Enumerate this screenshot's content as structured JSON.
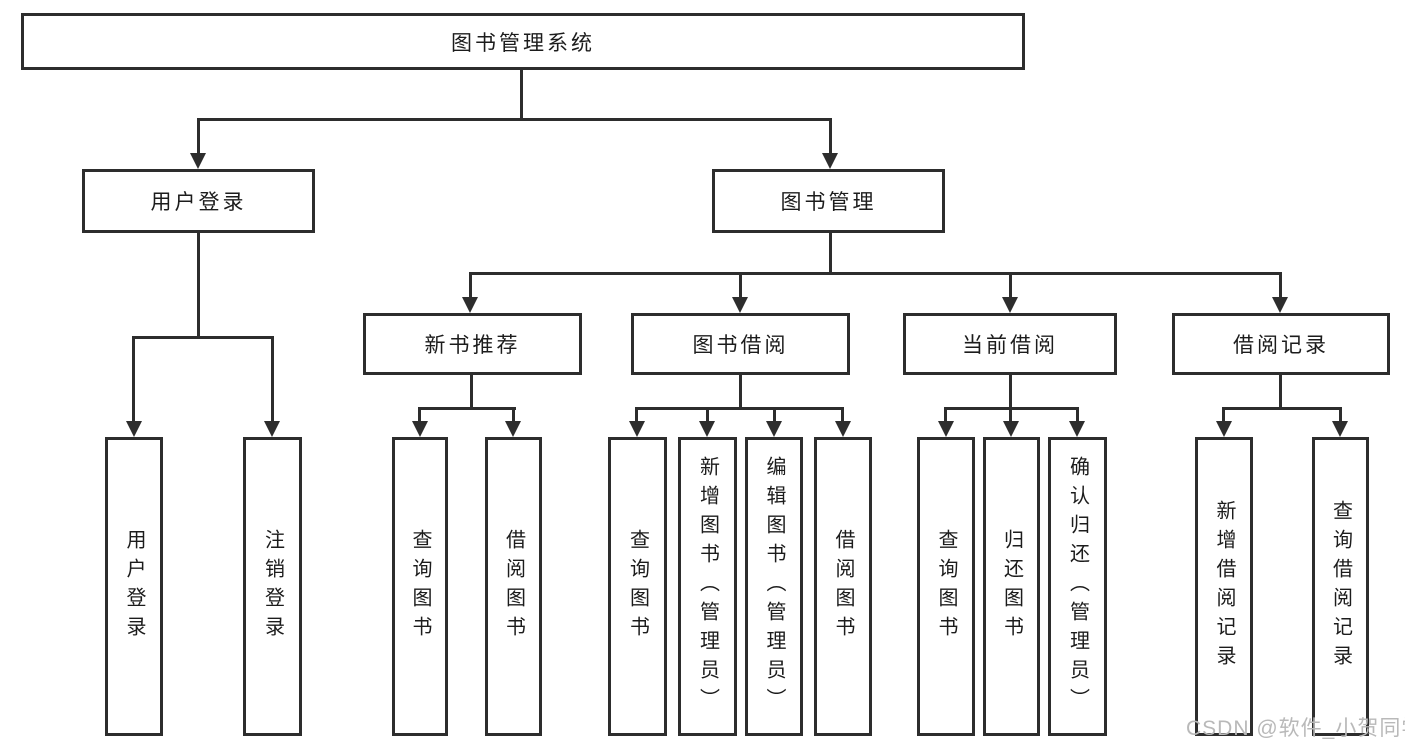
{
  "tree": {
    "label": "图书管理系统",
    "children": [
      {
        "label": "用户登录",
        "children": [
          {
            "label": "用户登录"
          },
          {
            "label": "注销登录"
          }
        ]
      },
      {
        "label": "图书管理",
        "children": [
          {
            "label": "新书推荐",
            "children": [
              {
                "label": "查询图书"
              },
              {
                "label": "借阅图书"
              }
            ]
          },
          {
            "label": "图书借阅",
            "children": [
              {
                "label": "查询图书"
              },
              {
                "label": "新增图书（管理员）"
              },
              {
                "label": "编辑图书（管理员）"
              },
              {
                "label": "借阅图书"
              }
            ]
          },
          {
            "label": "当前借阅",
            "children": [
              {
                "label": "查询图书"
              },
              {
                "label": "归还图书"
              },
              {
                "label": "确认归还（管理员）"
              }
            ]
          },
          {
            "label": "借阅记录",
            "children": [
              {
                "label": "新增借阅记录"
              },
              {
                "label": "查询借阅记录"
              }
            ]
          }
        ]
      }
    ]
  },
  "watermark": {
    "text": "CSDN @软件_小贺同学"
  },
  "colors": {
    "line": "#2d2d2d",
    "text": "#1c1c1c",
    "background": "#ffffff",
    "watermark": "#b9b9b9"
  }
}
